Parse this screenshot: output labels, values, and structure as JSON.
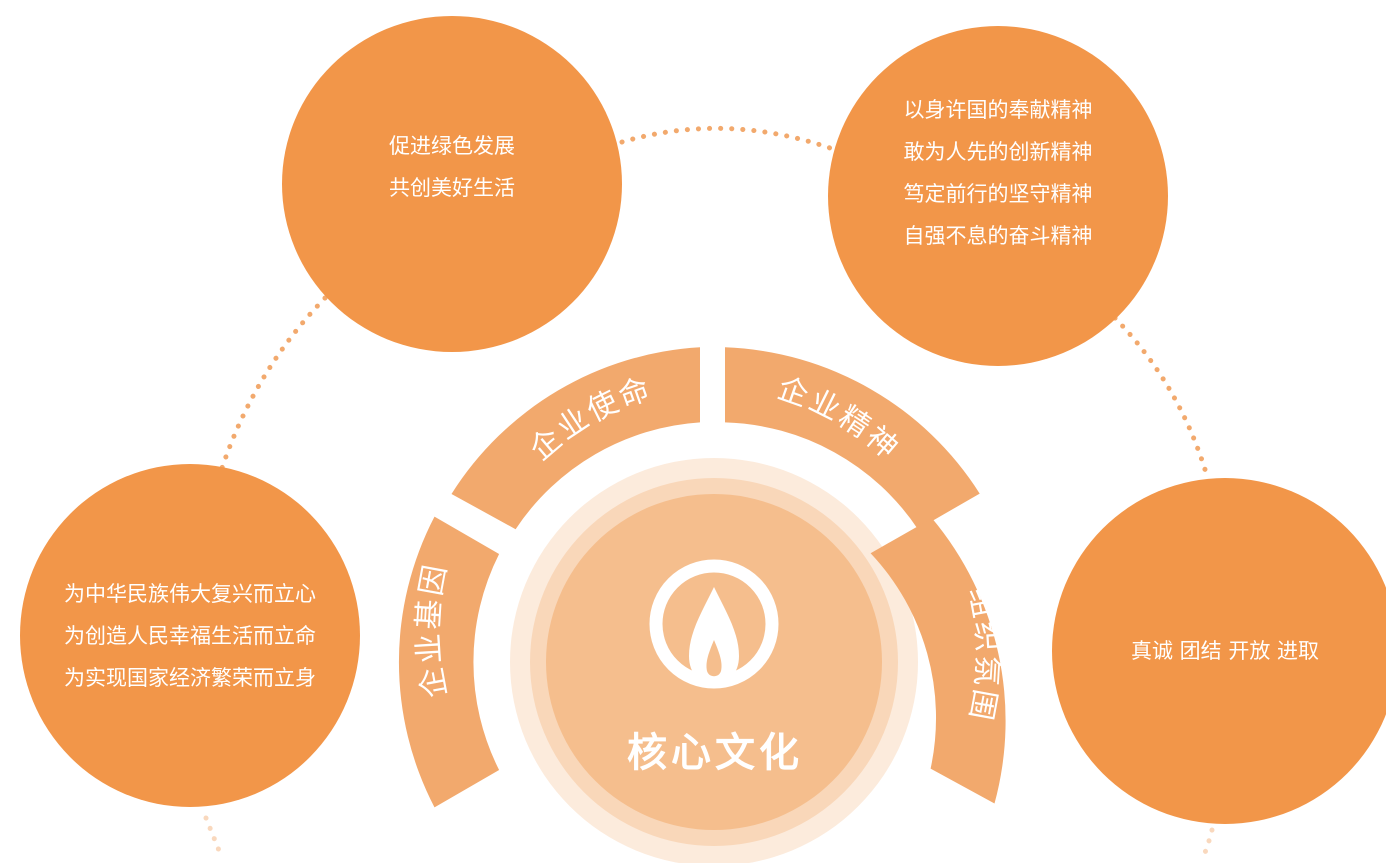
{
  "colors": {
    "bubble": "#F29649",
    "segment": "#F2A96D",
    "dots": "#F2A96D",
    "center_inner": "#F5BE8D",
    "center_ring_mid": "#F9D7B9",
    "center_ring_outer": "#FCEBDC"
  },
  "center": {
    "title": "核心文化",
    "icon": "flame-icon"
  },
  "segments": {
    "gene": "企业基因",
    "mission": "企业使命",
    "spirit": "企业精神",
    "atmosphere": "组织氛围"
  },
  "bubbles": {
    "mission": {
      "lines": [
        "促进绿色发展",
        "共创美好生活"
      ]
    },
    "spirit": {
      "lines": [
        "以身许国的奉献精神",
        "敢为人先的创新精神",
        "笃定前行的坚守精神",
        "自强不息的奋斗精神"
      ]
    },
    "gene": {
      "lines": [
        "为中华民族伟大复兴而立心",
        "为创造人民幸福生活而立命",
        "为实现国家经济繁荣而立身"
      ]
    },
    "atmosphere": {
      "lines": [
        "真诚 团结 开放 进取"
      ]
    }
  }
}
